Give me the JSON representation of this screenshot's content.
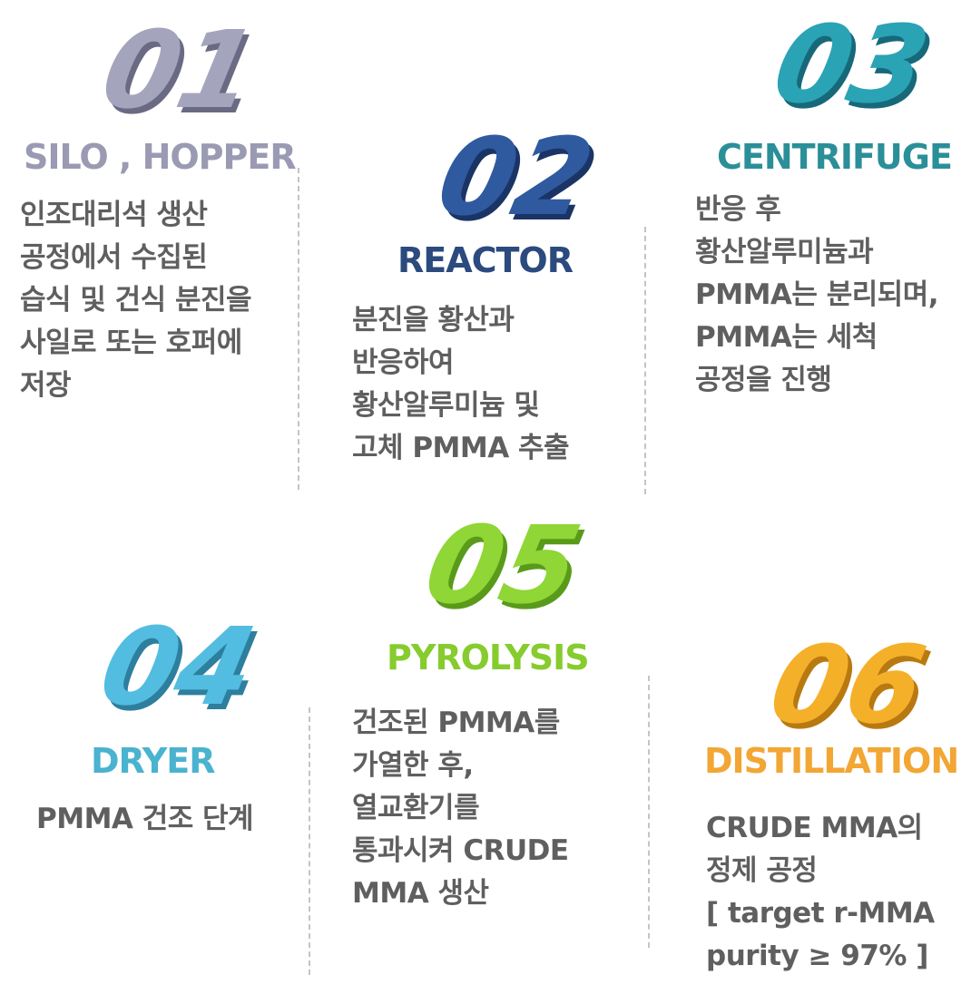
{
  "steps": [
    {
      "number": "01",
      "title": "SILO , HOPPER",
      "color": "#9a9ab3",
      "desc": [
        "인조대리석 생산",
        "공정에서 수집된",
        "습식 및 건식 분진을",
        "사일로 또는 호퍼에",
        "저장"
      ]
    },
    {
      "number": "02",
      "title": "REACTOR",
      "color": "#2b4a7e",
      "desc": [
        "분진을 황산과",
        "반응하여",
        "황산알루미늄 및",
        "고체 PMMA 추출"
      ]
    },
    {
      "number": "03",
      "title": "CENTRIFUGE",
      "color": "#2a8f99",
      "desc": [
        "반응 후",
        "황산알루미늄과",
        "PMMA는 분리되며,",
        "PMMA는 세척",
        "공정을 진행"
      ]
    },
    {
      "number": "04",
      "title": "DRYER",
      "color": "#4ab3cf",
      "desc": [
        "PMMA 건조 단계"
      ]
    },
    {
      "number": "05",
      "title": "PYROLYSIS",
      "color": "#86cc2e",
      "desc": [
        "건조된 PMMA를",
        "가열한 후,",
        "열교환기를",
        "통과시켜 CRUDE",
        "MMA 생산"
      ]
    },
    {
      "number": "06",
      "title": "DISTILLATION",
      "color": "#f2a634",
      "desc": [
        "CRUDE MMA의",
        "정제 공정",
        "[ target r-MMA",
        "purity ≥ 97% ]"
      ]
    }
  ],
  "icon_colors": {
    "01": {
      "front": "#a4a4bd",
      "side": "#6a6a84",
      "top": "#d0d0de"
    },
    "02": {
      "front": "#2f5aa0",
      "side": "#1b3466",
      "top": "#5a80c0"
    },
    "03": {
      "front": "#2aa3b5",
      "side": "#17697a",
      "top": "#6ccad8"
    },
    "04": {
      "front": "#52bde0",
      "side": "#2e7e9e",
      "top": "#93daf0"
    },
    "05": {
      "front": "#8fd636",
      "side": "#5a9a1a",
      "top": "#c0ec7a"
    },
    "06": {
      "front": "#f5b02a",
      "side": "#b87a10",
      "top": "#fad27a"
    }
  }
}
